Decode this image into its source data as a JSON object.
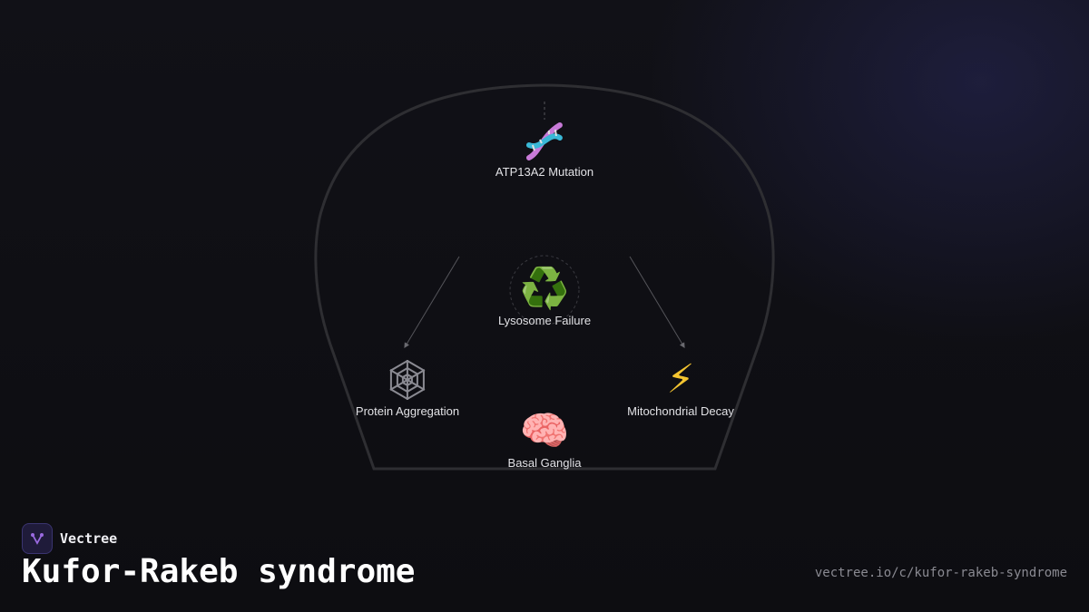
{
  "diagram": {
    "nodes": {
      "top": {
        "icon": "dna-icon",
        "label": "ATP13A2 Mutation"
      },
      "center": {
        "icon": "recycle-icon",
        "emoji": "♻️",
        "label": "Lysosome Failure"
      },
      "left": {
        "icon": "spider-web-icon",
        "label": "Protein Aggregation"
      },
      "right": {
        "icon": "lightning-icon",
        "emoji": "⚡",
        "label": "Mitochondrial Decay"
      },
      "bottom": {
        "icon": "brain-icon",
        "emoji": "🧠",
        "label": "Basal Ganglia"
      }
    }
  },
  "footer": {
    "brand": "Vectree",
    "title": "Kufor-Rakeb syndrome",
    "url": "vectree.io/c/kufor-rakeb-syndrome"
  },
  "colors": {
    "background": "#0e0e12",
    "outline": "#2e2e32",
    "accent": "#7c5cd6",
    "bolt": "#f4c430"
  }
}
